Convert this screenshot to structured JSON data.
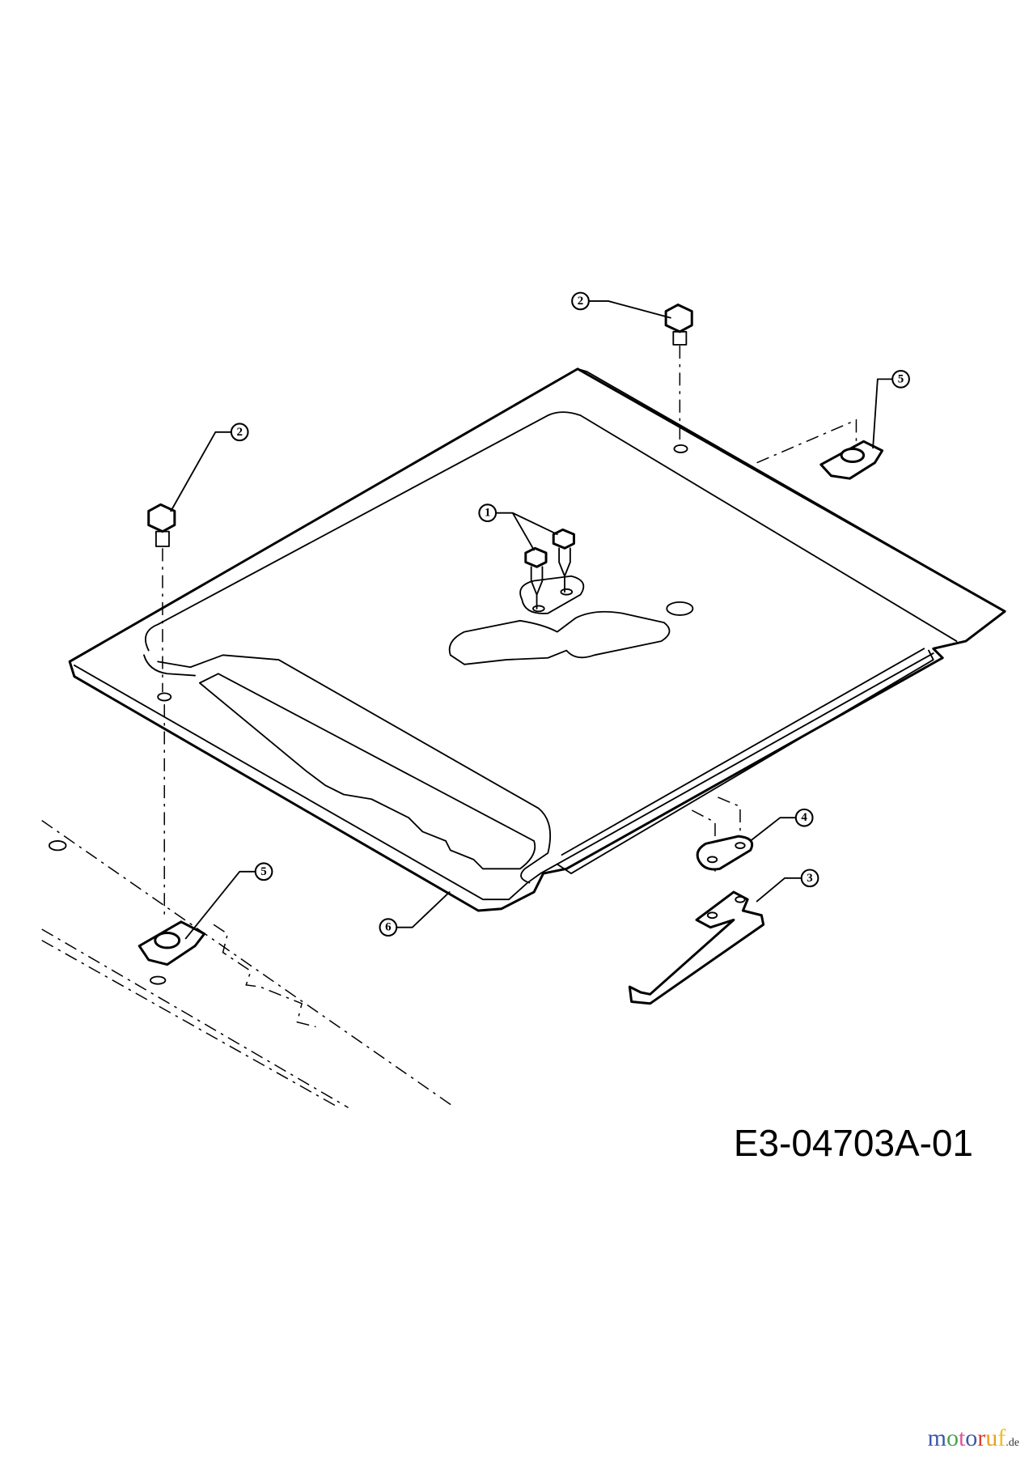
{
  "diagram": {
    "drawing_code": "E3-04703A-01",
    "callouts": [
      {
        "label": "1",
        "part": "screw-pair"
      },
      {
        "label": "2",
        "part": "bolt-top"
      },
      {
        "label": "2",
        "part": "bolt-left"
      },
      {
        "label": "5",
        "part": "clip-nut-right"
      },
      {
        "label": "5",
        "part": "clip-nut-left"
      },
      {
        "label": "4",
        "part": "plate-bracket"
      },
      {
        "label": "3",
        "part": "spring-strip"
      },
      {
        "label": "6",
        "part": "floor-plate"
      }
    ]
  },
  "watermark": {
    "text": "motoruf",
    "suffix": ".de",
    "colors": [
      "#3b5aa8",
      "#4aa54a",
      "#e0569a",
      "#3b5aa8",
      "#d8402a",
      "#e8a020",
      "#f0c020"
    ]
  }
}
